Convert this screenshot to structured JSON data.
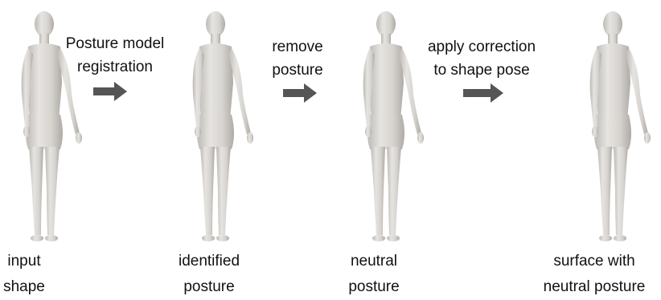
{
  "steps": [
    {
      "line1": "Posture model",
      "line2": "registration"
    },
    {
      "line1": "remove",
      "line2": "posture"
    },
    {
      "line1": "apply correction",
      "line2": "to shape pose"
    }
  ],
  "captions": [
    {
      "line1": "input",
      "line2": "shape"
    },
    {
      "line1": "identified",
      "line2": "posture"
    },
    {
      "line1": "neutral",
      "line2": "posture"
    },
    {
      "line1": "surface with",
      "line2": "neutral posture"
    }
  ],
  "colors": {
    "body_fill": "#e2e0dd",
    "body_shade": "#b9b6b1",
    "arrow": "#555555"
  }
}
